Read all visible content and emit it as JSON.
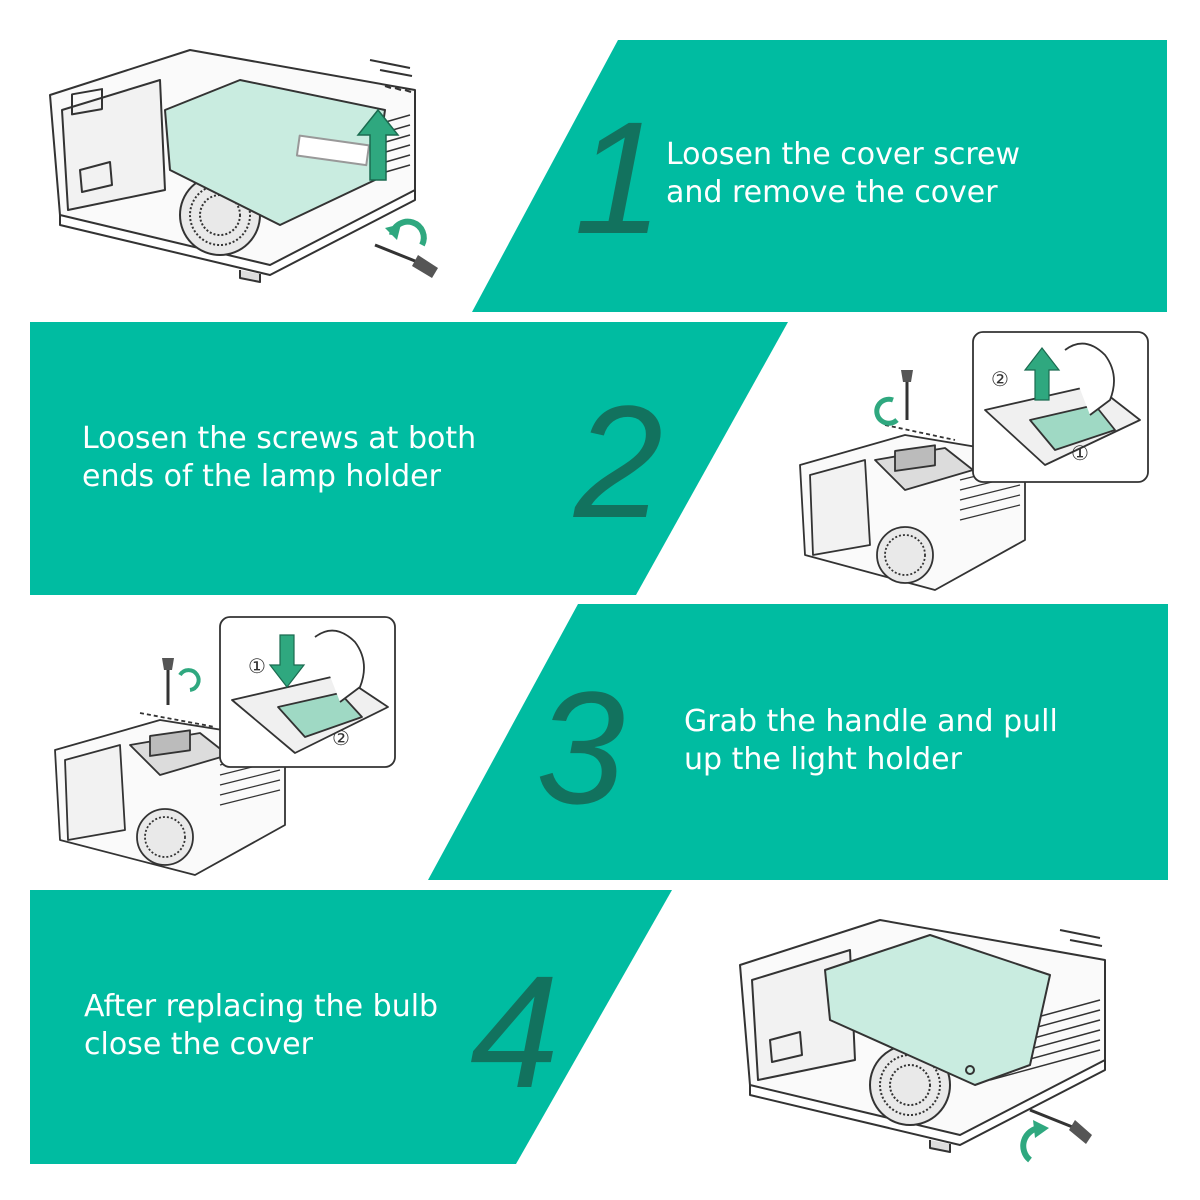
{
  "colors": {
    "panel": "#00bca1",
    "number": "#12725e",
    "text": "#ffffff",
    "cover": "#c9ece0"
  },
  "steps": [
    {
      "number": "1",
      "line1": "Loosen the cover screw",
      "line2": "and remove the cover"
    },
    {
      "number": "2",
      "line1": "Loosen the screws at both",
      "line2": "ends of the lamp holder"
    },
    {
      "number": "3",
      "line1": "Grab the handle and pull",
      "line2": "up the light holder"
    },
    {
      "number": "4",
      "line1": "After replacing the bulb",
      "line2": "close the cover"
    }
  ],
  "callouts": {
    "c1": "①",
    "c2": "②"
  },
  "icons": [
    "projector-illustration",
    "screwdriver-icon",
    "arrow-up-icon",
    "rotate-arrow-icon",
    "hand-icon"
  ]
}
